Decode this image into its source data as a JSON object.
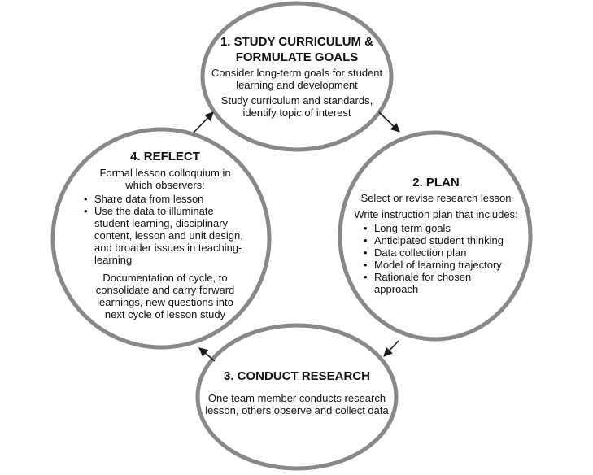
{
  "step1": {
    "title_line1": "1. STUDY CURRICULUM &",
    "title_line2": "FORMULATE GOALS",
    "para1": "Consider long-term goals for student learning and development",
    "para2": "Study curriculum and standards, identify topic of interest"
  },
  "step2": {
    "title": "2. PLAN",
    "para1": "Select or revise research lesson",
    "para2": "Write instruction plan that includes:",
    "bullets": [
      "Long-term goals",
      "Anticipated student thinking",
      "Data collection plan",
      "Model of learning trajectory",
      "Rationale for chosen approach"
    ]
  },
  "step3": {
    "title": "3. CONDUCT RESEARCH",
    "para1": "One team member conducts research lesson, others observe and collect data"
  },
  "step4": {
    "title": "4. REFLECT",
    "para1": "Formal lesson colloquium in which observers:",
    "bullets": [
      "Share data from lesson",
      "Use the data to illuminate student learning, disciplinary content, lesson and unit design, and broader issues in teaching-learning"
    ],
    "para2": "Documentation of cycle, to consolidate and carry forward learnings, new questions into next cycle of lesson study"
  }
}
